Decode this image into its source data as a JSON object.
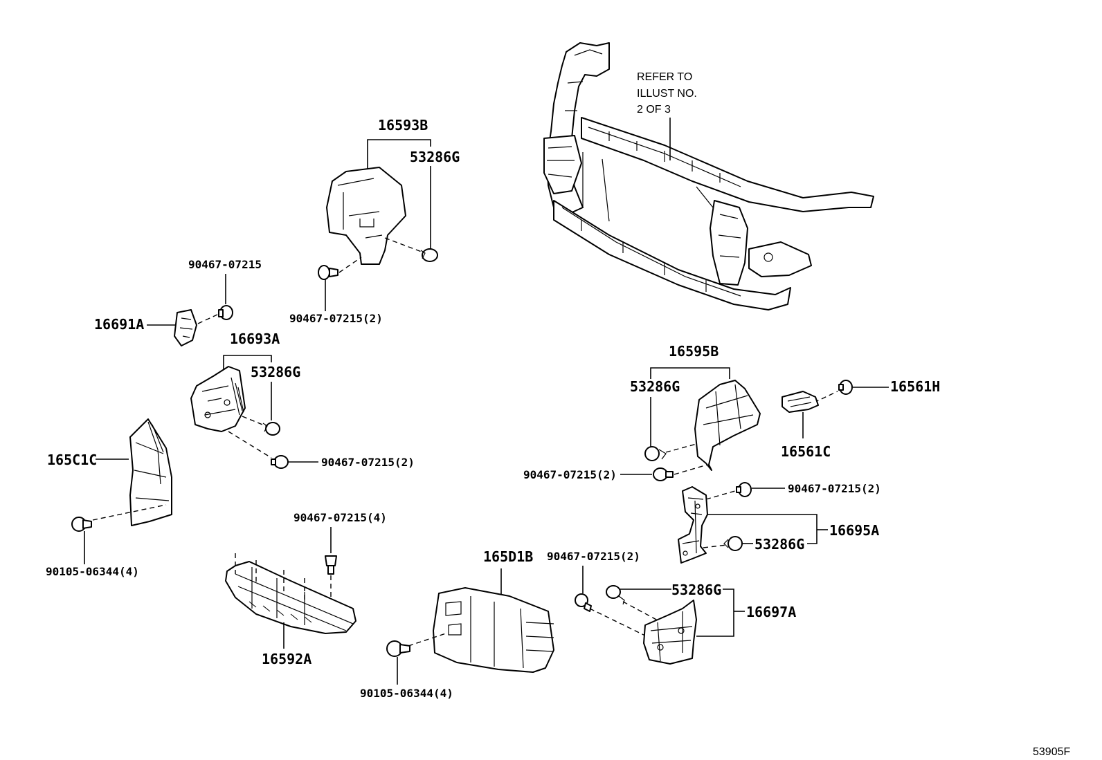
{
  "callouts": {
    "p16593B": "16593B",
    "p53286G_a": "53286G",
    "p90467_a": "90467-07215",
    "p90467_b": "90467-07215(2)",
    "p16691A": "16691A",
    "p16693A": "16693A",
    "p53286G_b": "53286G",
    "p165C1C": "165C1C",
    "p90467_c": "90467-07215(2)",
    "p90105_a": "90105-06344(4)",
    "p90467_d": "90467-07215(4)",
    "p16592A": "16592A",
    "p165D1B": "165D1B",
    "p90105_b": "90105-06344(4)",
    "p90467_e": "90467-07215(2)",
    "p53286G_c": "53286G",
    "p16697A": "16697A",
    "p16595B": "16595B",
    "p53286G_d": "53286G",
    "p90467_f": "90467-07215(2)",
    "p16561H": "16561H",
    "p16561C": "16561C",
    "p90467_g": "90467-07215(2)",
    "p53286G_e": "53286G",
    "p16695A": "16695A"
  },
  "refer_note": {
    "line1": "REFER TO",
    "line2": "ILLUST NO.",
    "line3": "2 OF 3"
  },
  "illustration_code": "53905F"
}
